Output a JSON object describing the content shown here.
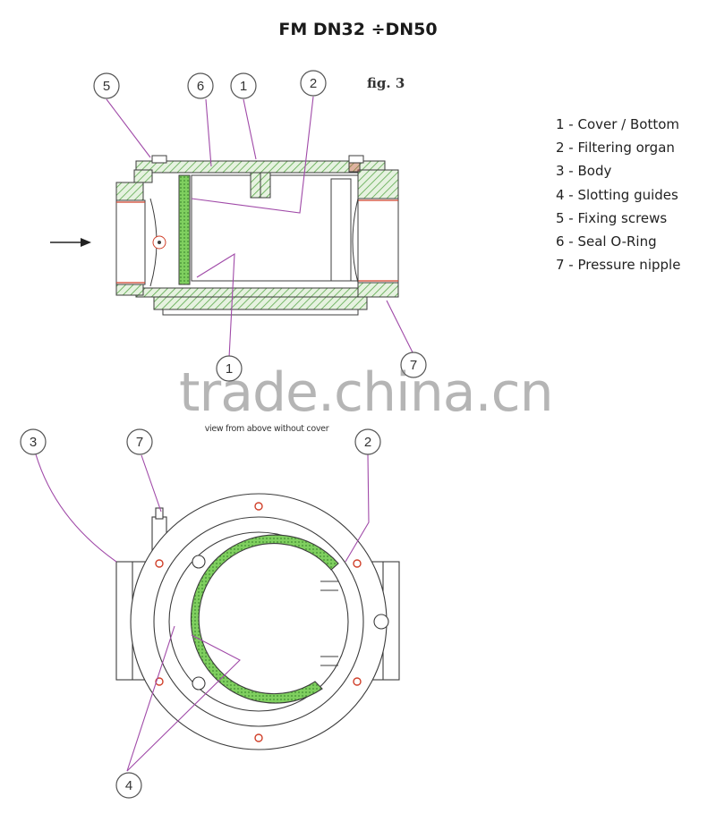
{
  "title": "FM DN32 ÷DN50",
  "figure_label": "fig. 3",
  "legend": [
    "1 - Cover / Bottom",
    "2 - Filtering organ",
    "3 - Body",
    "4 - Slotting guides",
    "5 - Fixing screws",
    "6 - Seal O-Ring",
    "7 - Pressure nipple"
  ],
  "top_callouts": [
    "5",
    "6",
    "1",
    "2",
    "1",
    "7"
  ],
  "bottom_callouts": [
    "3",
    "7",
    "2",
    "4"
  ],
  "bottom_view_caption": "view from above without cover",
  "watermark": "trade.china.cn",
  "colors": {
    "hatch_green": "#5aa84a",
    "filter_green": "#7fcf5f",
    "callout_line": "#a04aa8",
    "screw_red": "#d0402a",
    "outline": "#3c3c3c"
  }
}
